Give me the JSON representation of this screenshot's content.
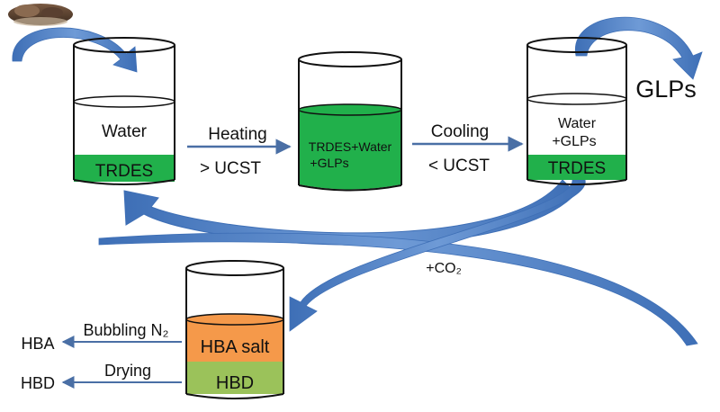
{
  "beakers": {
    "left": {
      "upper": "Water",
      "lower": "TRDES"
    },
    "middle": {
      "line1": "TRDES+Water",
      "line2": "+GLPs"
    },
    "right": {
      "line1": "Water",
      "line2": "+GLPs",
      "lower": "TRDES"
    },
    "bottom": {
      "upper": "HBA salt",
      "lower": "HBD"
    }
  },
  "arrows": {
    "heating": "Heating",
    "above_ucst": "> UCST",
    "cooling": "Cooling",
    "below_ucst": "< UCST",
    "co2": "+CO₂",
    "bubbling": "Bubbling N₂",
    "drying": "Drying"
  },
  "outputs": {
    "glps": "GLPs",
    "hba": "HBA",
    "hbd": "HBD"
  },
  "colors": {
    "green": "#21B04B",
    "orange": "#F5994A",
    "olive": "#9BC25A",
    "arrow_blue": "#4A7DC0",
    "outline": "#111111"
  },
  "icons": {
    "top_left": "mushroom-photo-icon"
  }
}
